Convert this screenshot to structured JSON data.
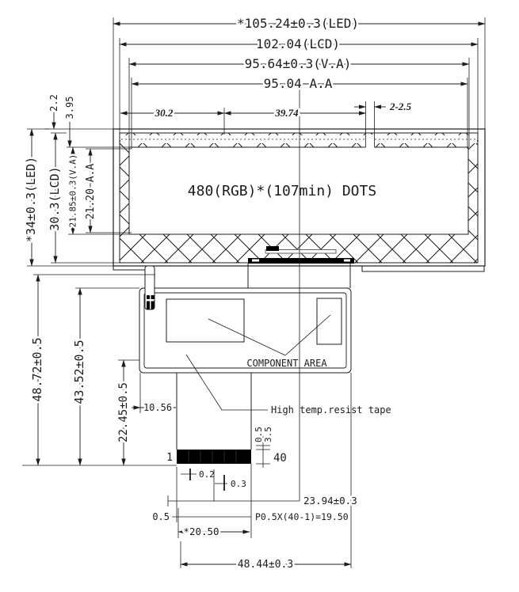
{
  "diagram": {
    "module": {
      "display_area_text": "480(RGB)*(107min) DOTS"
    },
    "board": {
      "component_area_label": "COMPONENT AREA",
      "tape_label": "High temp.resist tape"
    },
    "connector": {
      "pin_start_label": "1",
      "pin_end_label": "40"
    },
    "dimensions": {
      "width_led": "*105.24±0.3(LED)",
      "width_lcd": "102.04(LCD)",
      "width_va": "95.64±0.3(V.A)",
      "width_aa": "95.04 A.A",
      "offset_left": "30.2",
      "offset_center": "39.74",
      "slot": "2-2.5",
      "height_led": "*34±0.3(LED)",
      "height_lcd": "30.3(LCD)",
      "height_va": "21.85±0.3(V.A)",
      "height_aa": "21.20 A.A",
      "top_gap_small": "2.2",
      "top_gap_large": "3.95",
      "total_height": "48.72±0.5",
      "board_height": "43.52±0.5",
      "tail_height": "22.45±0.5",
      "tail_offset": "10.56",
      "pin_overhang": "0.5",
      "connector_thickness": "3.5",
      "pin_gap": "0.2",
      "pin_width": "0.3",
      "center_offset": "23.94±0.3",
      "edge_margin": "0.5",
      "pitch_formula": "P0.5X(40-1)=19.50",
      "connector_width": "*20.50",
      "tail_width": "48.44±0.3"
    }
  }
}
